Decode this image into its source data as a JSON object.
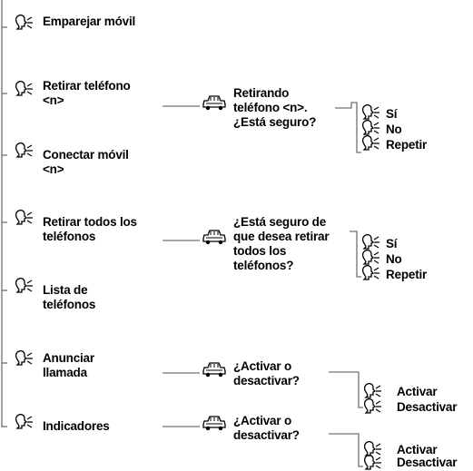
{
  "menu": {
    "items": [
      {
        "label": "Emparejar móvil"
      },
      {
        "label": "Retirar teléfono\n<n>"
      },
      {
        "label": "Conectar móvil\n<n>"
      },
      {
        "label": "Retirar todos los\nteléfonos"
      },
      {
        "label": "Lista de\nteléfonos"
      },
      {
        "label": "Anunciar\nllamada"
      },
      {
        "label": "Indicadores"
      }
    ]
  },
  "prompts": [
    {
      "text": "Retirando\nteléfono <n>.\n¿Está seguro?"
    },
    {
      "text": "¿Está seguro de\nque desea retirar\ntodos los\nteléfonos?"
    },
    {
      "text": "¿Activar o\ndesactivar?"
    },
    {
      "text": "¿Activar o\ndesactivar?"
    }
  ],
  "responses": [
    {
      "options": [
        "Sí",
        "No",
        "Repetir"
      ]
    },
    {
      "options": [
        "Sí",
        "No",
        "Repetir"
      ]
    },
    {
      "options": [
        "Activar",
        "Desactivar"
      ]
    },
    {
      "options": [
        "Activar",
        "Desactivar"
      ]
    }
  ],
  "icons": {
    "voice": "speaking-head-icon",
    "system": "car-icon"
  }
}
